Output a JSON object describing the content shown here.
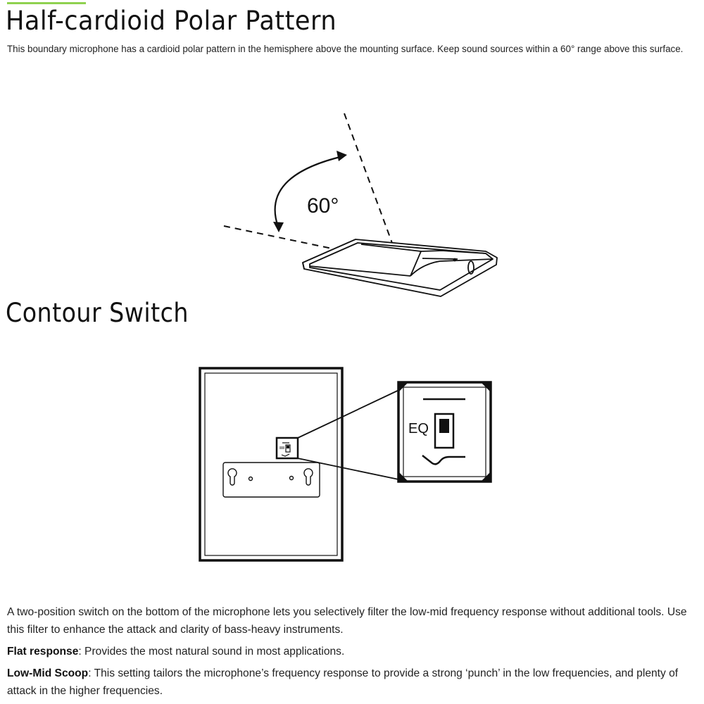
{
  "section1": {
    "title": "Half-cardioid Polar Pattern",
    "intro": "This boundary microphone has a cardioid polar pattern in the hemisphere above the mounting surface. Keep sound sources within a 60° range above this surface.",
    "angle_label": "60°"
  },
  "section2": {
    "title": "Contour Switch",
    "switch_label": "EQ",
    "paragraphs": {
      "p1": "A two-position switch on the bottom of the microphone lets you selectively filter the low-mid frequency response without additional tools. Use this filter to enhance the attack and clarity of bass-heavy instruments.",
      "flat_term": "Flat response",
      "flat_desc": ": Provides the most natural sound in most applications.",
      "scoop_term": "Low-Mid Scoop",
      "scoop_desc": ": This setting tailors the microphone’s frequency response to provide a strong ‘punch’ in the low frequencies, and plenty of attack in the higher frequencies."
    }
  },
  "colors": {
    "accent": "#8fd14f",
    "text": "#111111"
  }
}
